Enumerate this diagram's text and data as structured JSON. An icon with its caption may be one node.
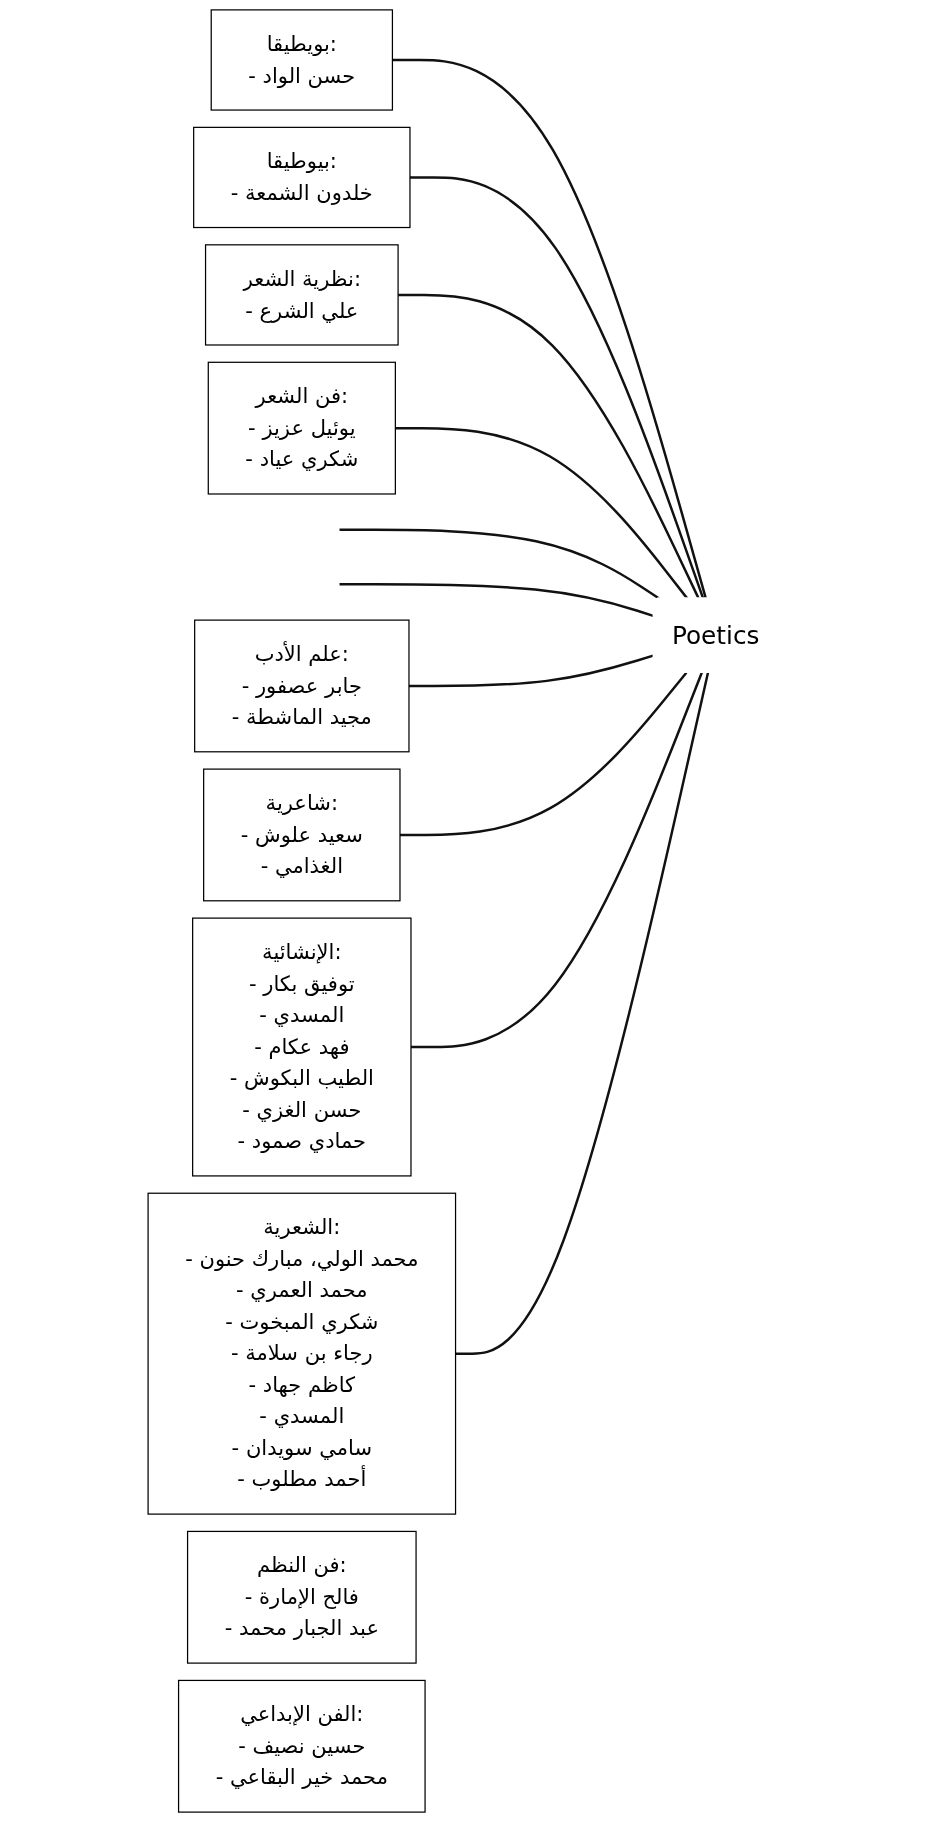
{
  "diagram": {
    "nodes": [
      {
        "text": [
          "Poetics"
        ]
      },
      {
        "text": [
          "بويطيقا:",
          "- حسن الواد"
        ]
      },
      {
        "text": [
          "بيوطيقا:",
          "- خلدون الشمعة"
        ]
      },
      {
        "text": [
          "نظرية الشعر:",
          "- علي الشرع"
        ]
      },
      {
        "text": [
          "فن الشعر:",
          "- يوئيل عزيز",
          "- شكري عياد"
        ]
      },
      {
        "text": [
          "فن النظم:",
          "- فالح الإمارة",
          "- عبد الجبار محمد"
        ]
      },
      {
        "text": [
          "الفن الإبداعي:",
          "- حسين نصيف",
          "- محمد خير البقاعي"
        ]
      },
      {
        "text": [
          "علم الأدب:",
          "- جابر عصفور",
          "- مجيد الماشطة"
        ]
      },
      {
        "text": [
          "شاعرية:",
          "- سعيد علوش",
          "- الغذامي"
        ]
      },
      {
        "text": [
          "الإنشائية:",
          "- توفيق بكار",
          "- المسدي",
          "- فهد عكام",
          "- الطيب البكوش",
          "- حسن الغزي",
          "- حمادي صمود"
        ]
      },
      {
        "text": [
          "الشعرية:",
          "- محمد الولي، مبارك حنون",
          "- محمد العمري",
          "- شكري المبخوت",
          "- رجاء بن سلامة",
          "- كاظم جهاد",
          "- المسدي",
          "- سامي سويدان",
          "- أحمد مطلوب"
        ]
      }
    ],
    "edges": [
      {
        "from": 0,
        "to": 1,
        "arrow": "none"
      },
      {
        "from": 0,
        "to": 2,
        "arrow": "none"
      },
      {
        "from": 0,
        "to": 3,
        "arrow": "none"
      },
      {
        "from": 0,
        "to": 4,
        "arrow": "none"
      },
      {
        "from": 0,
        "to": null,
        "arrow": "none"
      },
      {
        "from": 0,
        "to": null,
        "arrow": "none"
      },
      {
        "from": 0,
        "to": 7,
        "arrow": "none"
      },
      {
        "from": 0,
        "to": 8,
        "arrow": "none"
      },
      {
        "from": 0,
        "to": 9,
        "arrow": "none"
      },
      {
        "from": 0,
        "to": 10,
        "arrow": "none"
      }
    ]
  }
}
